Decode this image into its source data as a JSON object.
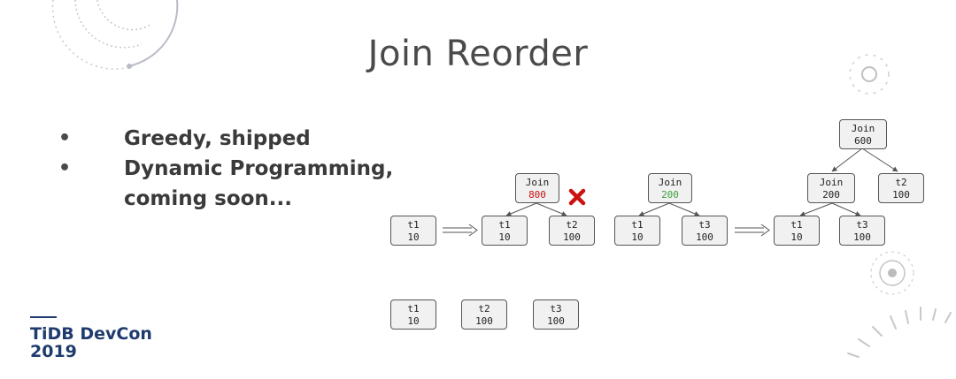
{
  "slide": {
    "title": "Join Reorder",
    "bullets": [
      {
        "text": "Greedy, shipped"
      },
      {
        "text": "Dynamic Programming,"
      },
      {
        "text": "coming soon..."
      }
    ],
    "brand": {
      "line1": "TiDB DevCon",
      "line2": "2019"
    }
  },
  "diagram": {
    "bottom_row": [
      {
        "name": "t1",
        "value": "10"
      },
      {
        "name": "t2",
        "value": "100"
      },
      {
        "name": "t3",
        "value": "100"
      }
    ],
    "step1": {
      "name": "t1",
      "value": "10"
    },
    "rejected": {
      "join": {
        "name": "Join",
        "value": "800"
      },
      "left": {
        "name": "t1",
        "value": "10"
      },
      "right": {
        "name": "t2",
        "value": "100"
      }
    },
    "chosen": {
      "join": {
        "name": "Join",
        "value": "200"
      },
      "left": {
        "name": "t1",
        "value": "10"
      },
      "right": {
        "name": "t3",
        "value": "100"
      }
    },
    "final": {
      "root": {
        "name": "Join",
        "value": "600"
      },
      "inner": {
        "name": "Join",
        "value": "200"
      },
      "left": {
        "name": "t1",
        "value": "10"
      },
      "mid": {
        "name": "t3",
        "value": "100"
      },
      "right": {
        "name": "t2",
        "value": "100"
      }
    },
    "colors": {
      "rejected": "#cc1111",
      "chosen": "#3ea03e",
      "node_fill": "#f1f1f1"
    }
  }
}
